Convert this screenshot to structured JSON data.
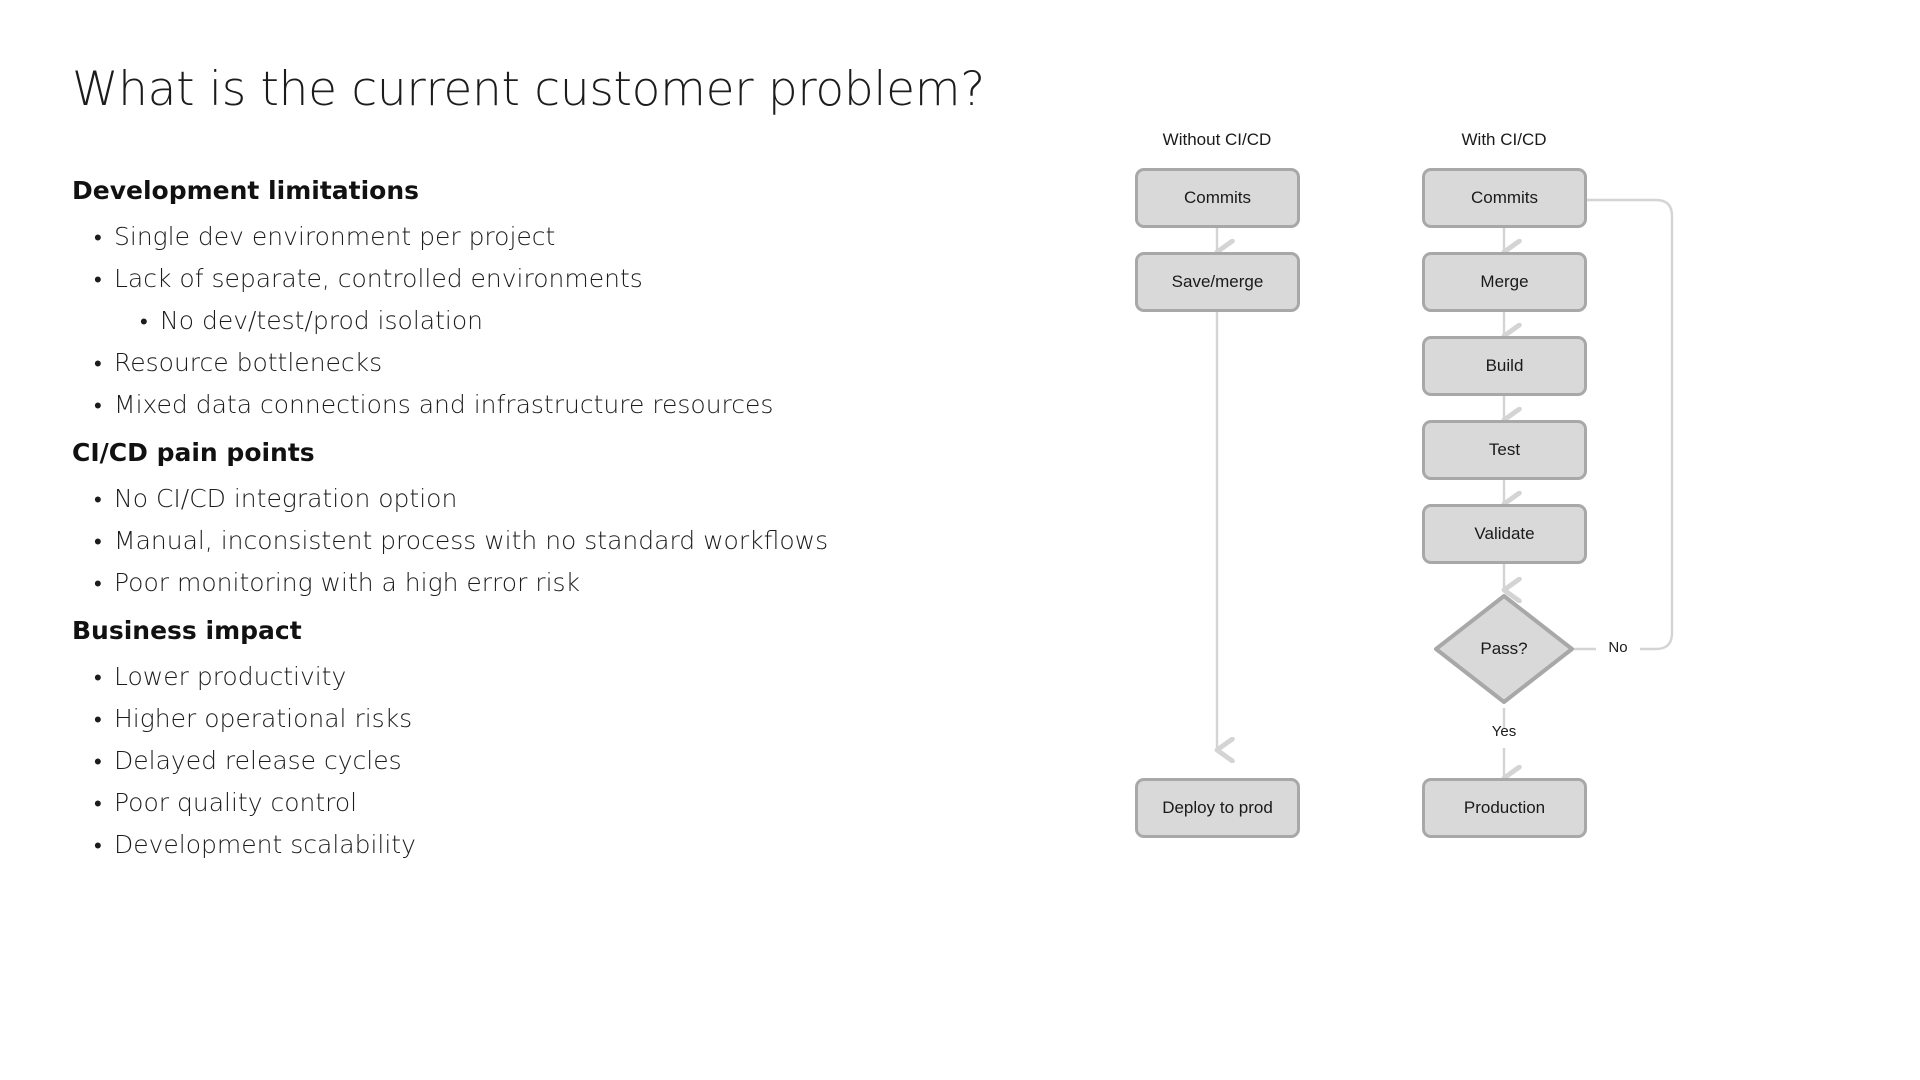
{
  "slide": {
    "title": "What is the current customer problem?"
  },
  "content": {
    "sections": [
      {
        "heading": "Development limitations",
        "bullets": [
          {
            "level": 1,
            "text": "Single dev environment per project"
          },
          {
            "level": 1,
            "text": "Lack of separate, controlled environments"
          },
          {
            "level": 2,
            "text": "No dev/test/prod isolation"
          },
          {
            "level": 1,
            "text": "Resource bottlenecks"
          },
          {
            "level": 1,
            "text": "Mixed data connections and infrastructure resources"
          }
        ]
      },
      {
        "heading": "CI/CD pain points",
        "bullets": [
          {
            "level": 1,
            "text": "No CI/CD integration option"
          },
          {
            "level": 1,
            "text": "Manual, inconsistent process with no standard workflows"
          },
          {
            "level": 1,
            "text": "Poor monitoring with a high error risk"
          }
        ]
      },
      {
        "heading": "Business impact",
        "bullets": [
          {
            "level": 1,
            "text": "Lower productivity"
          },
          {
            "level": 1,
            "text": "Higher operational risks"
          },
          {
            "level": 1,
            "text": "Delayed release cycles"
          },
          {
            "level": 1,
            "text": "Poor quality control"
          },
          {
            "level": 1,
            "text": "Development scalability"
          }
        ]
      }
    ]
  },
  "flowchart": {
    "colors": {
      "node_fill": "#d9d9d9",
      "node_border": "#a8a8a8",
      "connector": "#d4d4d4",
      "text": "#1a1a1a"
    },
    "columns": [
      {
        "header": "Without CI/CD",
        "nodes": [
          {
            "label": "Commits"
          },
          {
            "label": "Save/merge"
          },
          {
            "label": "Deploy to prod"
          }
        ]
      },
      {
        "header": "With CI/CD",
        "nodes": [
          {
            "label": "Commits"
          },
          {
            "label": "Merge"
          },
          {
            "label": "Build"
          },
          {
            "label": "Test"
          },
          {
            "label": "Validate"
          },
          {
            "label": "Pass?"
          },
          {
            "label": "Production"
          }
        ],
        "edge_labels": {
          "no": "No",
          "yes": "Yes"
        }
      }
    ]
  }
}
